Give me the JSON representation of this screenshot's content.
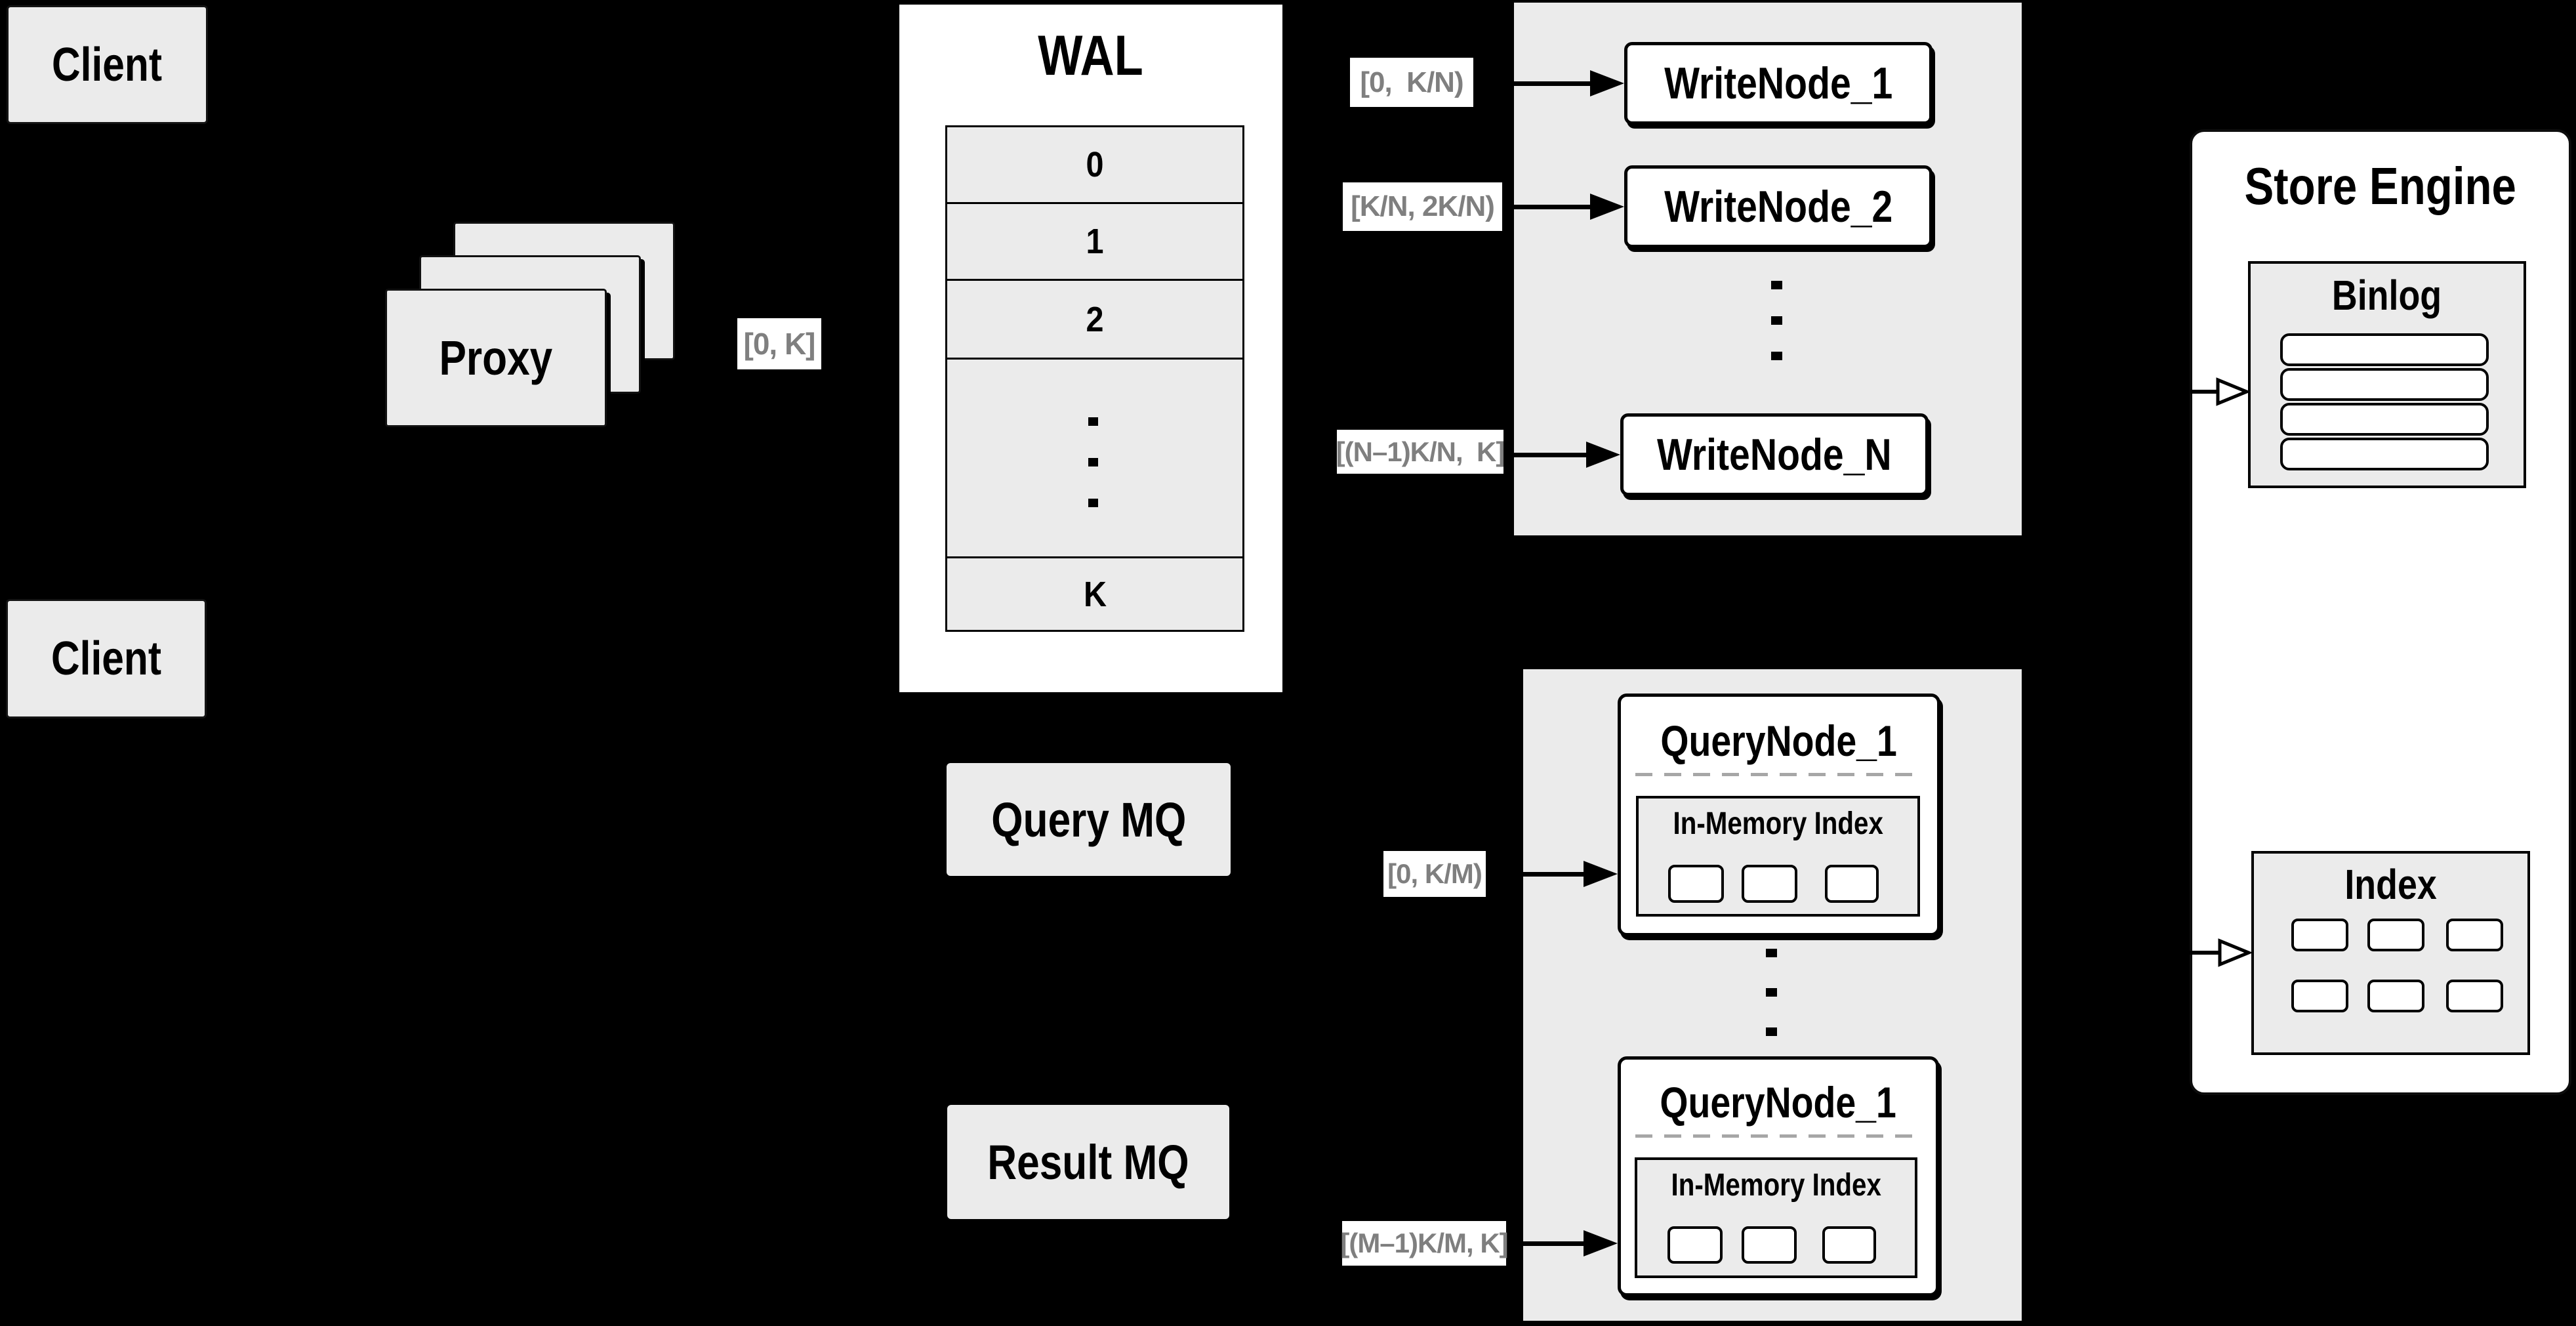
{
  "palette": {
    "background": "#000000",
    "panel_gray": "#ebebeb",
    "box_white": "#ffffff",
    "border_black": "#000000",
    "range_label_text_gray": "#7f7f7f",
    "dashed_divider_gray": "#a6a6a6"
  },
  "clients": {
    "top_label": "Client",
    "bottom_label": "Client"
  },
  "proxy": {
    "label": "Proxy",
    "range_label": "[0, K]"
  },
  "wal": {
    "title": "WAL",
    "rows": [
      "0",
      "1",
      "2",
      "K"
    ]
  },
  "write_group": {
    "range_labels": [
      "[0,  K/N)",
      "[K/N, 2K/N)",
      "[(N–1)K/N,  K]"
    ],
    "nodes": [
      "WriteNode_1",
      "WriteNode_2",
      "WriteNode_N"
    ]
  },
  "store_engine": {
    "title": "Store Engine",
    "binlog_title": "Binlog",
    "index_title": "Index"
  },
  "query_group": {
    "range_labels": [
      "[0, K/M)",
      "[(M–1)K/M, K]"
    ],
    "nodes": [
      {
        "title": "QueryNode_1",
        "inner_title": "In-Memory Index"
      },
      {
        "title": "QueryNode_1",
        "inner_title": "In-Memory Index"
      }
    ]
  },
  "mq": {
    "query_label": "Query MQ",
    "result_label": "Result MQ"
  }
}
